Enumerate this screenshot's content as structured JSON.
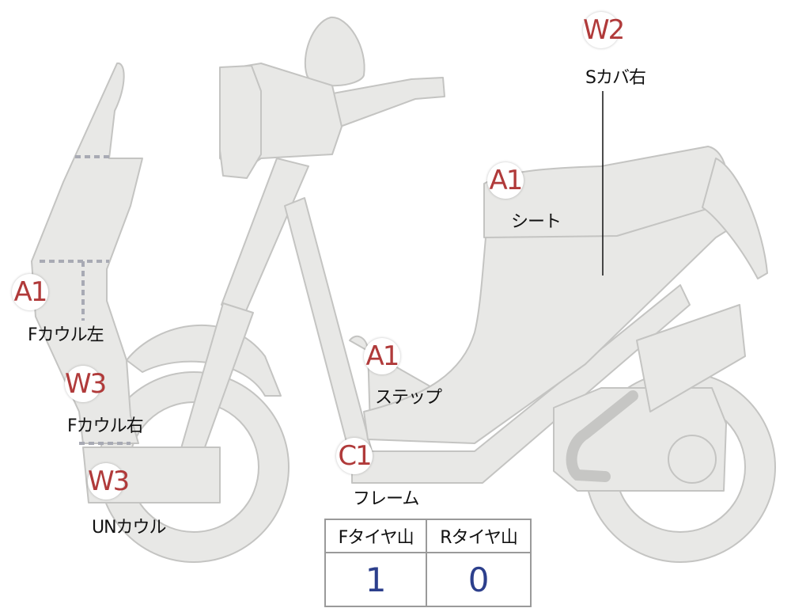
{
  "colors": {
    "part_fill": "#e8e8e6",
    "part_stroke": "#c4c4c2",
    "dashed_line": "#a8aab4",
    "badge_text": "#b03a3a",
    "table_value": "#2c3f8c"
  },
  "damage_marks": [
    {
      "id": "w2",
      "code": "W2",
      "label": "Sカバ右"
    },
    {
      "id": "a1-seat",
      "code": "A1",
      "label": "シート"
    },
    {
      "id": "a1-fcowl-left",
      "code": "A1",
      "label": "Fカウル左"
    },
    {
      "id": "w3-fcowl-right",
      "code": "W3",
      "label": "Fカウル右"
    },
    {
      "id": "w3-un",
      "code": "W3",
      "label": "UNカウル"
    },
    {
      "id": "a1-step",
      "code": "A1",
      "label": "ステップ"
    },
    {
      "id": "c1-frame",
      "code": "C1",
      "label": "フレーム"
    }
  ],
  "tire_tread": {
    "headers": [
      "Fタイヤ山",
      "Rタイヤ山"
    ],
    "values": [
      "1",
      "0"
    ]
  }
}
